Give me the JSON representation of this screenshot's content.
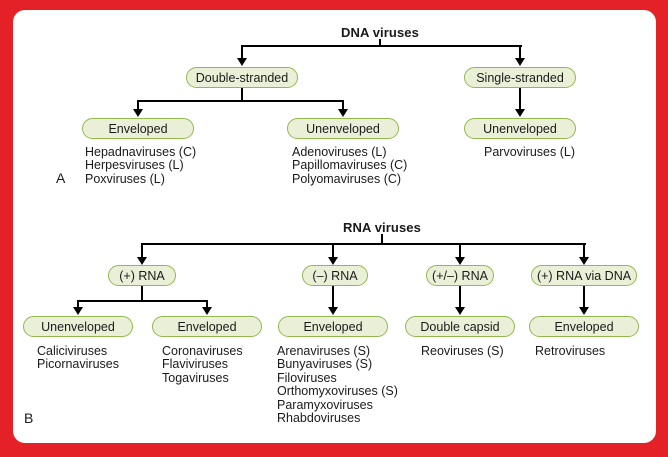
{
  "colors": {
    "frame": "#e42127",
    "pill_fill": "#eaf0d8",
    "pill_border": "#92b94e",
    "line": "#000000"
  },
  "panel_a": {
    "label": "A",
    "root": "DNA viruses",
    "level1": [
      {
        "label": "Double-stranded"
      },
      {
        "label": "Single-stranded"
      }
    ],
    "level2": [
      {
        "label": "Enveloped"
      },
      {
        "label": "Unenveloped"
      },
      {
        "label": "Unenveloped"
      }
    ],
    "lists": [
      [
        "Hepadnaviruses (C)",
        "Herpesviruses (L)",
        "Poxviruses (L)"
      ],
      [
        "Adenoviruses (L)",
        "Papillomaviruses (C)",
        "Polyomaviruses (C)"
      ],
      [
        "Parvoviruses (L)"
      ]
    ]
  },
  "panel_b": {
    "label": "B",
    "root": "RNA viruses",
    "level1": [
      {
        "label": "(+) RNA"
      },
      {
        "label": "(–) RNA"
      },
      {
        "label": "(+/–) RNA"
      },
      {
        "label": "(+) RNA via DNA"
      }
    ],
    "level2": [
      {
        "label": "Unenveloped"
      },
      {
        "label": "Enveloped"
      },
      {
        "label": "Enveloped"
      },
      {
        "label": "Double capsid"
      },
      {
        "label": "Enveloped"
      }
    ],
    "lists": [
      [
        "Caliciviruses",
        "Picornaviruses"
      ],
      [
        "Coronaviruses",
        "Flaviviruses",
        "Togaviruses"
      ],
      [
        "Arenaviruses (S)",
        "Bunyaviruses (S)",
        "Filoviruses",
        "Orthomyxoviruses (S)",
        "Paramyxoviruses",
        "Rhabdoviruses"
      ],
      [
        "Reoviruses (S)"
      ],
      [
        "Retroviruses"
      ]
    ]
  }
}
